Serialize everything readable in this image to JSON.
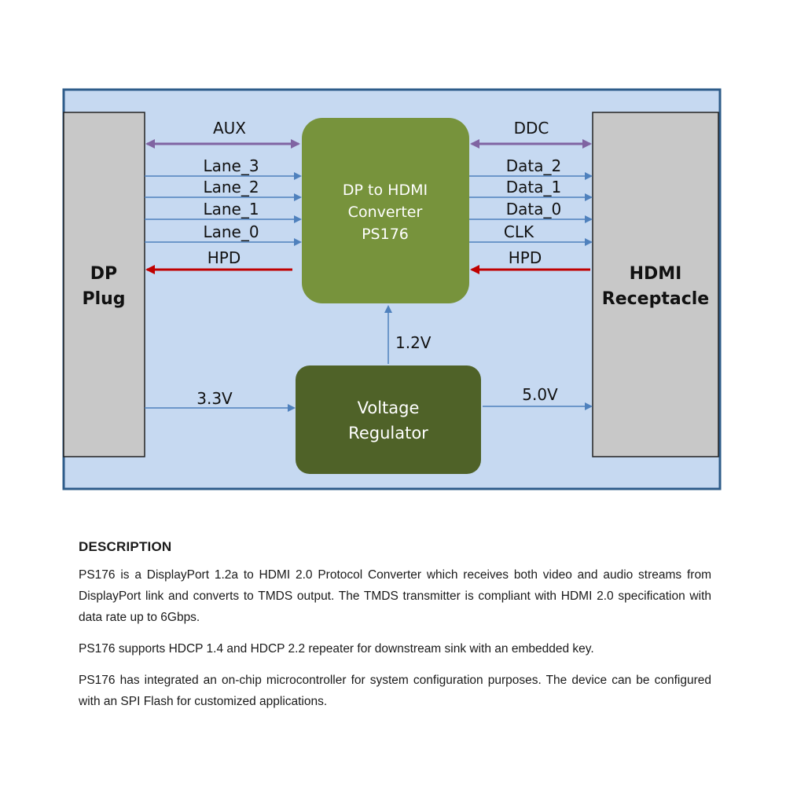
{
  "diagram": {
    "left_block": {
      "line1": "DP",
      "line2": "Plug"
    },
    "right_block": {
      "line1": "HDMI",
      "line2": "Receptacle"
    },
    "converter": {
      "line1": "DP to HDMI",
      "line2": "Converter",
      "line3": "PS176"
    },
    "regulator": {
      "line1": "Voltage",
      "line2": "Regulator"
    },
    "signals_left": {
      "aux": "AUX",
      "lane3": "Lane_3",
      "lane2": "Lane_2",
      "lane1": "Lane_1",
      "lane0": "Lane_0",
      "hpd": "HPD",
      "v33": "3.3V"
    },
    "signals_right": {
      "ddc": "DDC",
      "data2": "Data_2",
      "data1": "Data_1",
      "data0": "Data_0",
      "clk": "CLK",
      "hpd": "HPD",
      "v50": "5.0V"
    },
    "v12": "1.2V",
    "colors": {
      "background": "#c6d9f1",
      "frame": "#2e5c8a",
      "side_block": "#c8c8c8",
      "converter": "#77933c",
      "regulator": "#4f6228",
      "aux_ddc_arrow": "#8064a2",
      "lane_arrow": "#4f81bd",
      "hpd_arrow": "#c00000"
    }
  },
  "description": {
    "heading": "DESCRIPTION",
    "p1": "PS176 is a DisplayPort 1.2a to HDMI 2.0 Protocol Converter which receives both video and audio streams from DisplayPort link and converts to TMDS output. The TMDS transmitter is compliant with HDMI 2.0 specification with data rate up to 6Gbps.",
    "p2": "PS176 supports HDCP 1.4 and HDCP 2.2 repeater for downstream sink with an embedded key.",
    "p3": "PS176 has integrated an on-chip microcontroller for system configuration purposes. The device can be configured with an SPI Flash for customized applications."
  }
}
